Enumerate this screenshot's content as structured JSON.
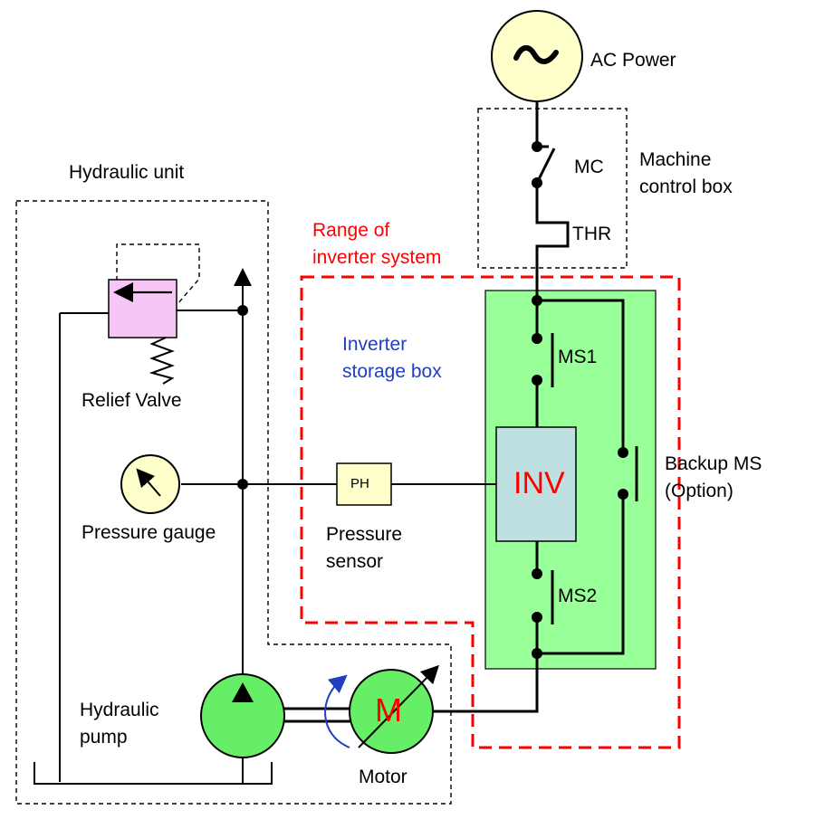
{
  "labels": {
    "ac_power": "AC Power",
    "mc": "MC",
    "machine_control_box": "Machine\ncontrol box",
    "thr": "THR",
    "hydraulic_unit": "Hydraulic unit",
    "range_of_inverter_system": "Range of\ninverter system",
    "inverter_storage_box": "Inverter\nstorage box",
    "ms1": "MS1",
    "ms2": "MS2",
    "backup_ms": "Backup MS\n(Option)",
    "relief_valve": "Relief Valve",
    "pressure_gauge": "Pressure gauge",
    "ph": "PH",
    "pressure_sensor": "Pressure\nsensor",
    "inv": "INV",
    "hydraulic_pump": "Hydraulic\npump",
    "motor_symbol": "M",
    "motor": "Motor"
  },
  "colors": {
    "inverter_box_fill": "#99ff99",
    "inv_fill": "#bfe0e0",
    "pump_fill": "#66ee66",
    "relief_valve_fill": "#f7c6f7",
    "ph_fill": "#ffffcc",
    "ac_fill": "#ffffcc",
    "gauge_fill": "#ffffcc",
    "range_border": "#ff0000",
    "storage_label": "#1f3fbf"
  },
  "icons": [
    "ac-sine-icon",
    "gauge-needle-icon",
    "pump-triangle-icon",
    "spring-icon",
    "rotation-arrow-icon"
  ]
}
